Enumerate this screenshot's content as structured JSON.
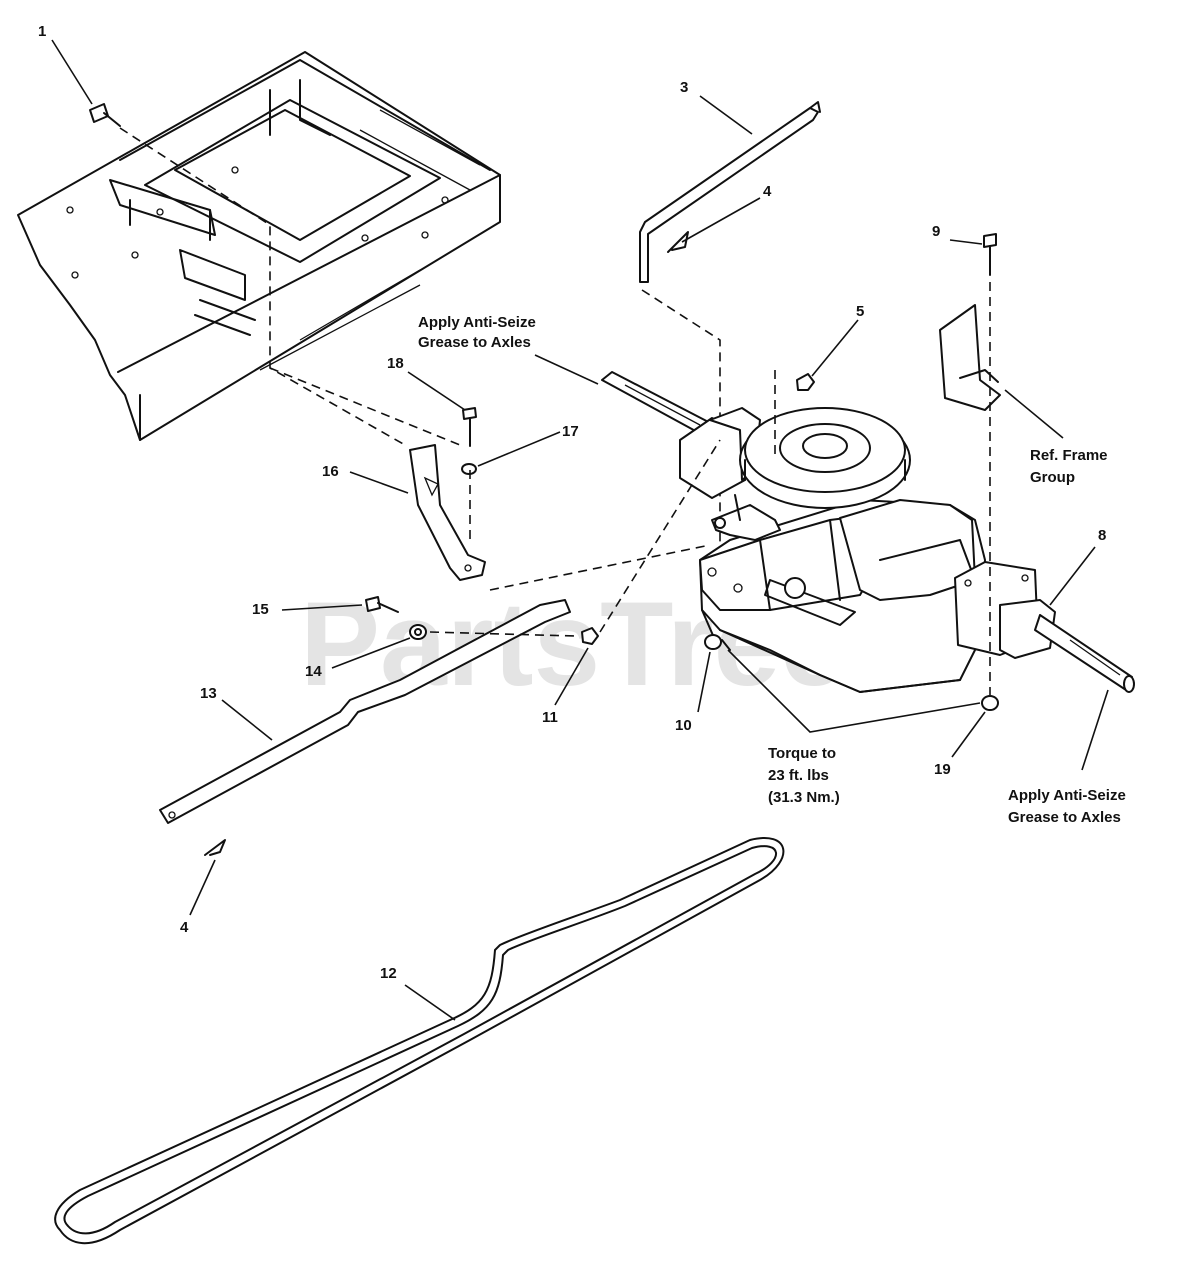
{
  "callouts": {
    "c1": "1",
    "c3": "3",
    "c4a": "4",
    "c4b": "4",
    "c5": "5",
    "c8": "8",
    "c9": "9",
    "c10": "10",
    "c11": "11",
    "c12": "12",
    "c13": "13",
    "c14": "14",
    "c15": "15",
    "c16": "16",
    "c17": "17",
    "c18": "18",
    "c19": "19"
  },
  "notes": {
    "anti_seize_top_line1": "Apply Anti-Seize",
    "anti_seize_top_line2": "Grease to Axles",
    "ref_frame_line1": "Ref. Frame",
    "ref_frame_line2": "Group",
    "torque_line1": "Torque to",
    "torque_line2": "23 ft. lbs",
    "torque_line3": "(31.3 Nm.)",
    "anti_seize_right_line1": "Apply Anti-Seize",
    "anti_seize_right_line2": "Grease to Axles"
  },
  "watermark": "PartsTree"
}
